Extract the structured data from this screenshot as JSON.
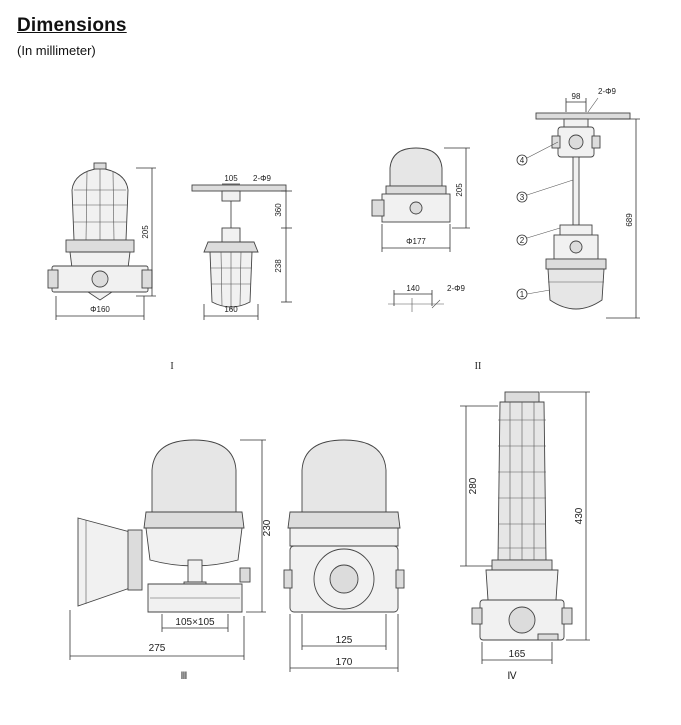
{
  "header": {
    "title": "Dimensions",
    "subtitle": "(In millimeter)"
  },
  "figures": {
    "I": {
      "label": "I",
      "front_height": "205",
      "front_diameter": "Φ160",
      "hang_spacing": "105",
      "hang_holes": "2-Φ9",
      "hang_upper": "360",
      "hang_lower": "238",
      "hang_width": "160"
    },
    "II": {
      "label": "II",
      "side_height": "205",
      "side_diameter": "Φ177",
      "base_spacing": "140",
      "base_holes": "2-Φ9",
      "pendant_spacing": "98",
      "pendant_holes": "2-Φ9",
      "pendant_height": "689",
      "callouts": [
        "1",
        "2",
        "3",
        "4"
      ]
    },
    "III": {
      "label": "Ⅲ",
      "mount": "105×105",
      "length": "275",
      "height": "230",
      "inner_width": "125",
      "outer_width": "170"
    },
    "IV": {
      "label": "Ⅳ",
      "cage_height": "280",
      "total_height": "430",
      "base_width": "165"
    }
  }
}
